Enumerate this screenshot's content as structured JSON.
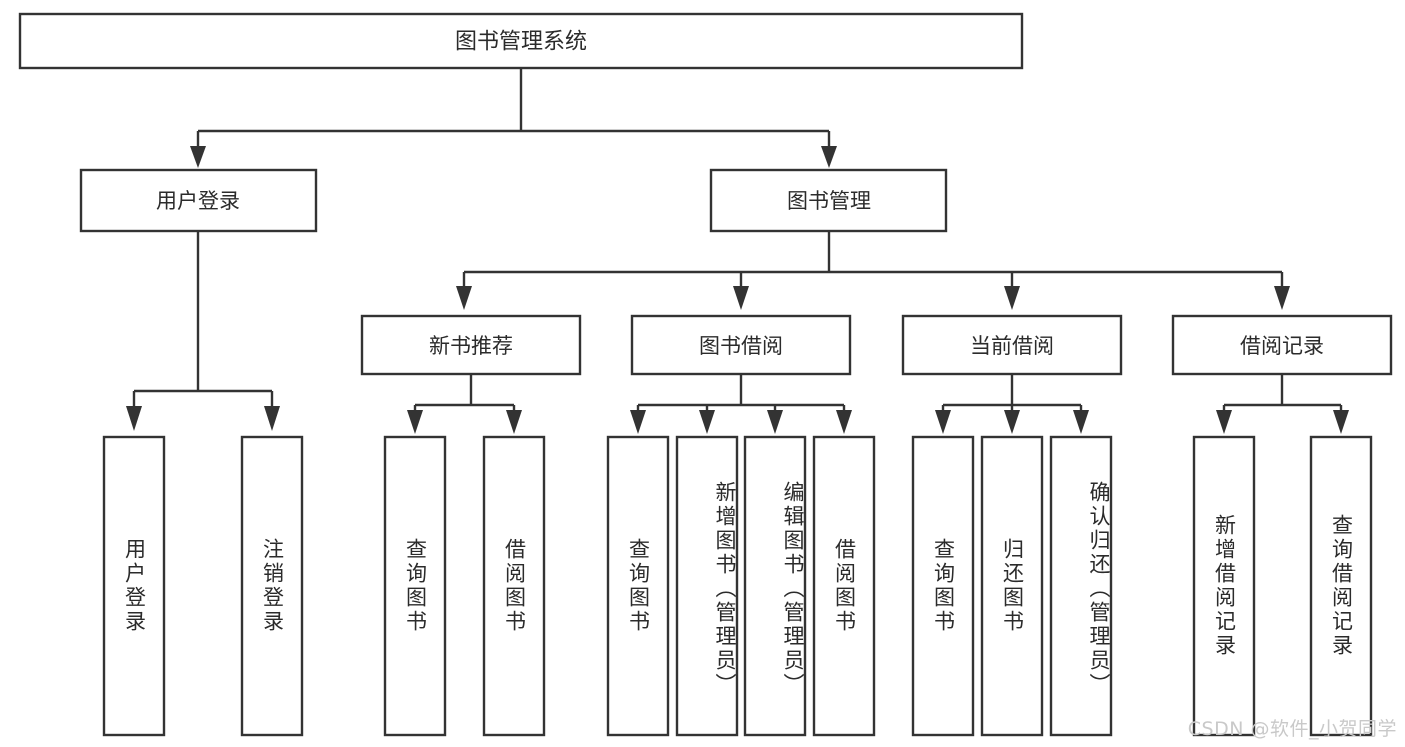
{
  "diagram": {
    "title": "图书管理系统",
    "watermark": "CSDN @软件_小贺同学",
    "colors": {
      "stroke": "#333333",
      "box_fill": "#ffffff",
      "text": "#2b2b2b",
      "watermark": "#c9c9c9",
      "background": "#ffffff"
    },
    "root": {
      "label": "图书管理系统"
    },
    "level2": [
      {
        "label": "用户登录"
      },
      {
        "label": "图书管理"
      }
    ],
    "level3": [
      {
        "label": "新书推荐"
      },
      {
        "label": "图书借阅"
      },
      {
        "label": "当前借阅"
      },
      {
        "label": "借阅记录"
      }
    ],
    "leaves": {
      "user_login": [
        {
          "label": "用户登录"
        },
        {
          "label": "注销登录"
        }
      ],
      "new_book_recommend": [
        {
          "label": "查询图书"
        },
        {
          "label": "借阅图书"
        }
      ],
      "book_borrow": [
        {
          "label": "查询图书"
        },
        {
          "label": "新增图书（管理员）"
        },
        {
          "label": "编辑图书（管理员）"
        },
        {
          "label": "借阅图书"
        }
      ],
      "current_borrow": [
        {
          "label": "查询图书"
        },
        {
          "label": "归还图书"
        },
        {
          "label": "确认归还（管理员）"
        }
      ],
      "borrow_record": [
        {
          "label": "新增借阅记录"
        },
        {
          "label": "查询借阅记录"
        }
      ]
    }
  }
}
